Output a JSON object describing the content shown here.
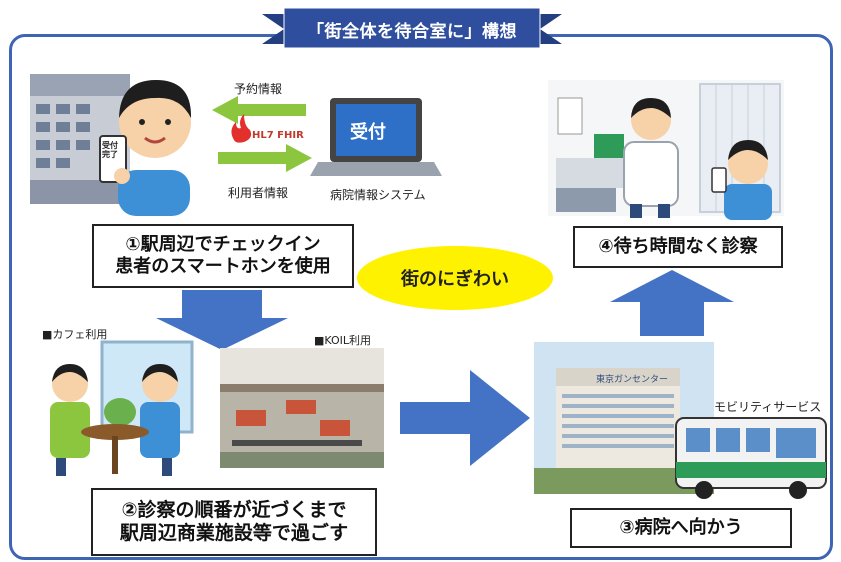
{
  "banner": {
    "title": "「街全体を待合室に」構想"
  },
  "steps": {
    "step1": {
      "line1": "①駅周辺でチェックイン",
      "line2": "患者のスマートホンを使用"
    },
    "step2": {
      "line1": "②診察の順番が近づくまで",
      "line2": "駅周辺商業施設等で過ごす"
    },
    "step3": {
      "line1": "③病院へ向かう"
    },
    "step4": {
      "line1": "④待ち時間なく診察"
    }
  },
  "center_ellipse": {
    "text": "街のにぎわい"
  },
  "labels": {
    "reservation_info": "予約情報",
    "user_info": "利用者情報",
    "hl7_fhir": "HL7 FHIR",
    "reception": "受付",
    "hospital_system": "病院情報システム",
    "cafe_use": "■カフェ利用",
    "koil_use": "■KOIL利用",
    "mobility_service": "モビリティサービス",
    "hospital_sign": "東京ガンセンター",
    "phone_text": "受付完了"
  },
  "colors": {
    "frame": "#3f64b3",
    "banner": "#2f4f9e",
    "arrow_blue": "#4472c4",
    "arrow_green": "#8cc63f",
    "ellipse": "#fff200",
    "laptop_screen": "#2e6fc8"
  },
  "icons": {
    "building": "station-building-icon",
    "person_phone": "person-with-phone-icon",
    "laptop": "laptop-icon",
    "hl7": "hl7-flame-icon",
    "doctor": "doctor-icon",
    "patient": "patient-icon",
    "cafe": "cafe-people-icon",
    "office": "coworking-office-photo",
    "hospital": "hospital-building-photo",
    "bus": "bus-icon"
  }
}
